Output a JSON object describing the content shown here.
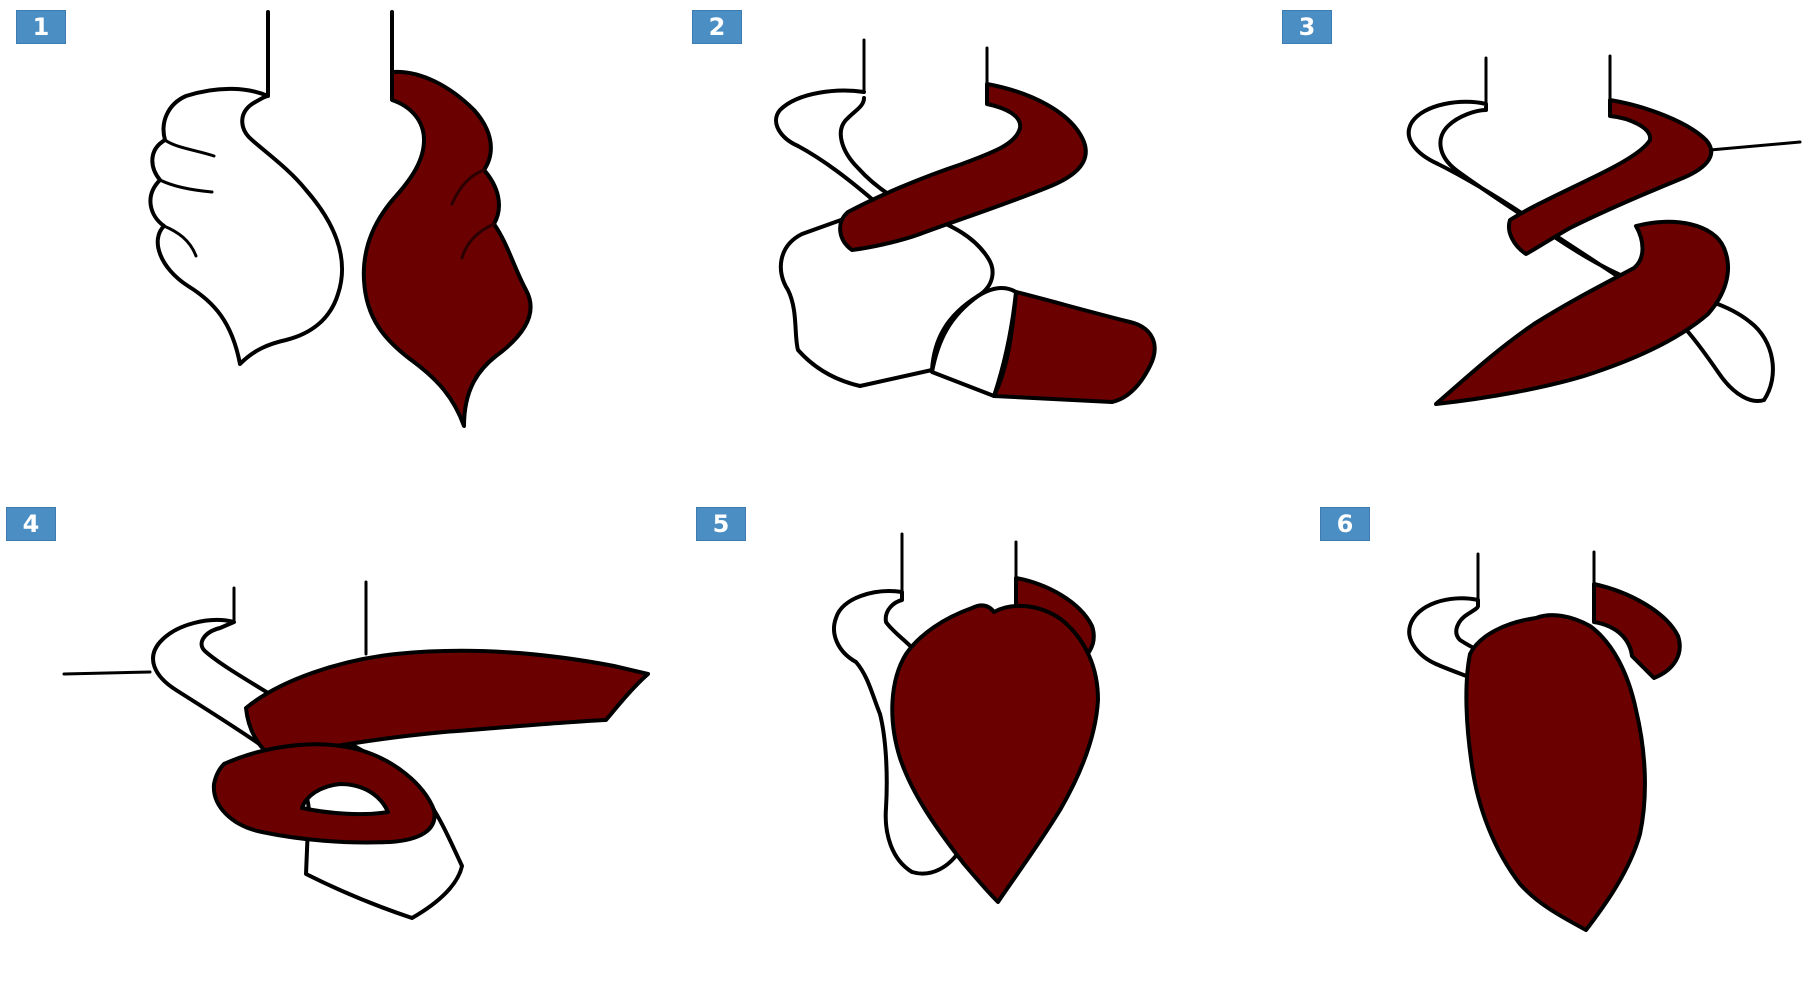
{
  "steps": [
    {
      "number": "1"
    },
    {
      "number": "2"
    },
    {
      "number": "3"
    },
    {
      "number": "4"
    },
    {
      "number": "5"
    },
    {
      "number": "6"
    }
  ],
  "colors": {
    "badge": "#4a8ec4",
    "badge_text": "#ffffff",
    "tie_dark": "#6b0000",
    "tie_light": "#ffffff",
    "outline": "#000000"
  }
}
